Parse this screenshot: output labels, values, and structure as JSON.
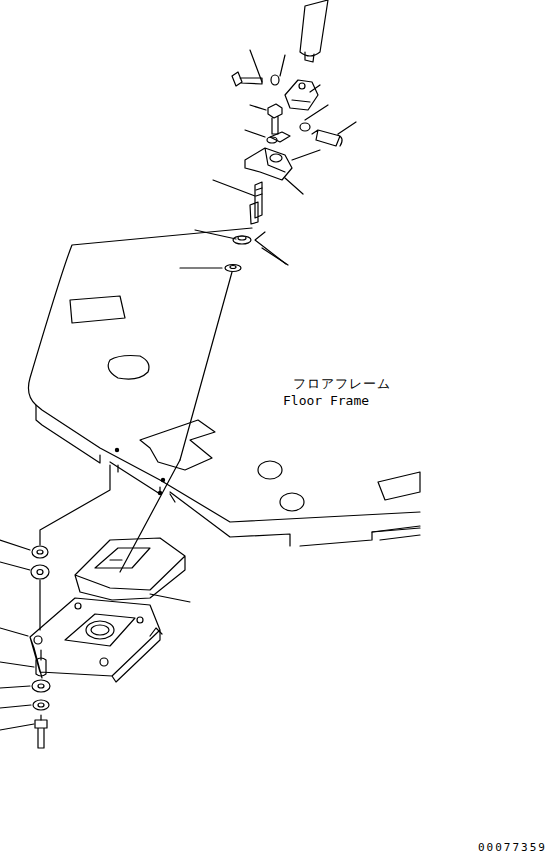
{
  "diagram": {
    "labels": [
      "フロアフレーム",
      "Floor Frame",
      "00077359"
    ]
  }
}
